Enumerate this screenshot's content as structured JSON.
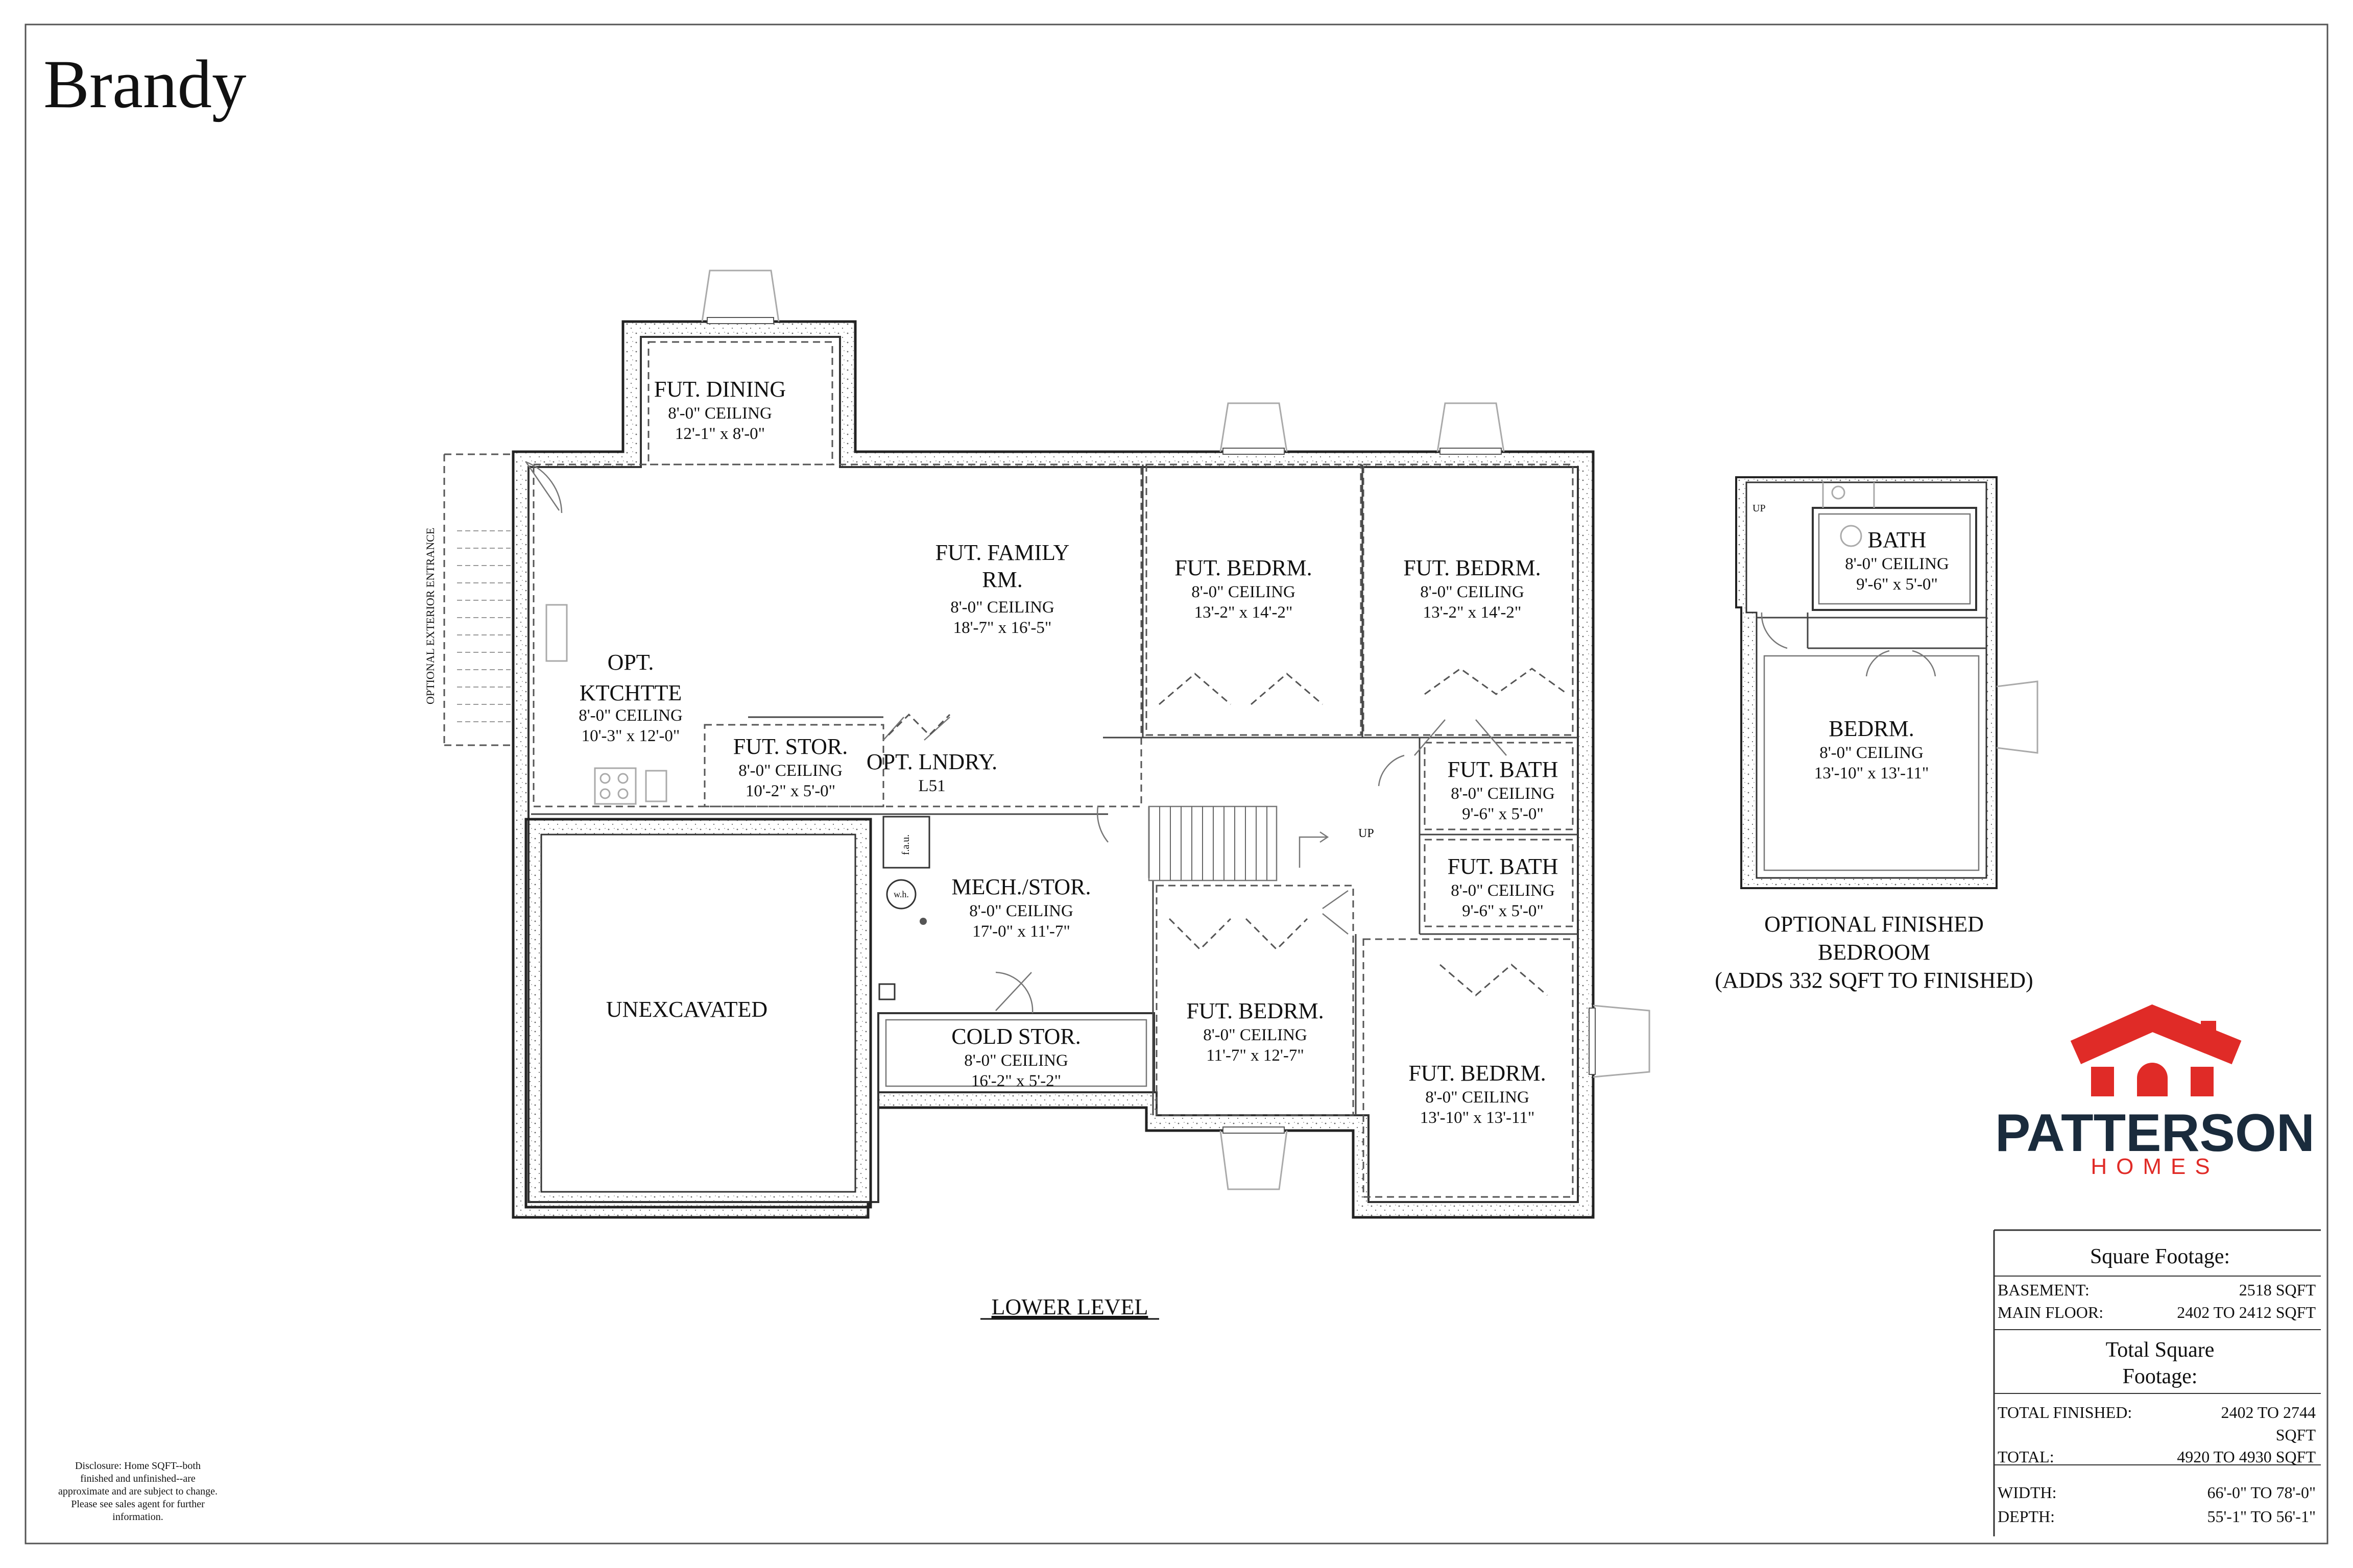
{
  "title": "Brandy",
  "plan_label": "LOWER LEVEL",
  "exterior_entrance_label": "OPTIONAL EXTERIOR ENTRANCE",
  "stair_up_label": "UP",
  "rooms": [
    {
      "name": "FUT. DINING",
      "ceiling": "8'-0\" CEILING",
      "size": "12'-1\" x 8'-0\""
    },
    {
      "name": "FUT. FAMILY",
      "name2": "RM.",
      "ceiling": "8'-0\" CEILING",
      "size": "18'-7\" x 16'-5\""
    },
    {
      "name": "FUT. BEDRM.",
      "ceiling": "8'-0\" CEILING",
      "size": "13'-2\" x 14'-2\""
    },
    {
      "name": "FUT. BEDRM.",
      "ceiling": "8'-0\" CEILING",
      "size": "13'-2\" x 14'-2\""
    },
    {
      "name": "OPT.",
      "name2": "KTCHTTE",
      "ceiling": "8'-0\" CEILING",
      "size": "10'-3\" x 12'-0\""
    },
    {
      "name": "FUT. STOR.",
      "ceiling": "8'-0\" CEILING",
      "size": "10'-2\" x 5'-0\""
    },
    {
      "name": "OPT. LNDRY.",
      "note": "L51"
    },
    {
      "name": "FUT. BATH",
      "ceiling": "8'-0\" CEILING",
      "size": "9'-6\" x 5'-0\""
    },
    {
      "name": "FUT. BATH",
      "ceiling": "8'-0\" CEILING",
      "size": "9'-6\" x 5'-0\""
    },
    {
      "name": "MECH./STOR.",
      "ceiling": "8'-0\" CEILING",
      "size": "17'-0\" x 11'-7\""
    },
    {
      "name": "UNEXCAVATED"
    },
    {
      "name": "COLD STOR.",
      "ceiling": "8'-0\" CEILING",
      "size": "16'-2\" x 5'-2\""
    },
    {
      "name": "FUT. BEDRM.",
      "ceiling": "8'-0\" CEILING",
      "size": "11'-7\" x 12'-7\""
    },
    {
      "name": "FUT. BEDRM.",
      "ceiling": "8'-0\" CEILING",
      "size": "13'-10\" x 13'-11\""
    }
  ],
  "fixtures": {
    "furnace": "f.a.u.",
    "water_heater": "w.h."
  },
  "optional": {
    "rooms": [
      {
        "name": "BATH",
        "ceiling": "8'-0\" CEILING",
        "size": "9'-6\" x 5'-0\""
      },
      {
        "name": "BEDRM.",
        "ceiling": "8'-0\" CEILING",
        "size": "13'-10\" x 13'-11\""
      }
    ],
    "up_label": "UP",
    "caption": [
      "OPTIONAL FINISHED",
      "BEDROOM",
      "(ADDS 332 SQFT TO FINISHED)"
    ]
  },
  "logo": {
    "line1": "PATTERSON",
    "line2": "HOMES",
    "color": "#e02b27"
  },
  "footage": {
    "heading": "Square Footage:",
    "rows": [
      {
        "label": "BASEMENT:",
        "value": "2518 SQFT"
      },
      {
        "label": "MAIN FLOOR:",
        "value": "2402 TO 2412 SQFT"
      }
    ],
    "total_heading": [
      "Total Square",
      "Footage:"
    ],
    "total_rows": [
      {
        "label": "TOTAL FINISHED:",
        "value": "2402 TO 2744",
        "value2": "SQFT"
      },
      {
        "label": "TOTAL:",
        "value": "4920 TO 4930 SQFT"
      },
      {
        "label": "WIDTH:",
        "value": "66'-0\" TO 78'-0\""
      },
      {
        "label": "DEPTH:",
        "value": "55'-1\" TO 56'-1\""
      }
    ]
  },
  "disclosure": [
    "Disclosure: Home SQFT--both",
    "finished and unfinished--are",
    "approximate and are subject to change.",
    "Please see sales agent for further",
    "information."
  ]
}
